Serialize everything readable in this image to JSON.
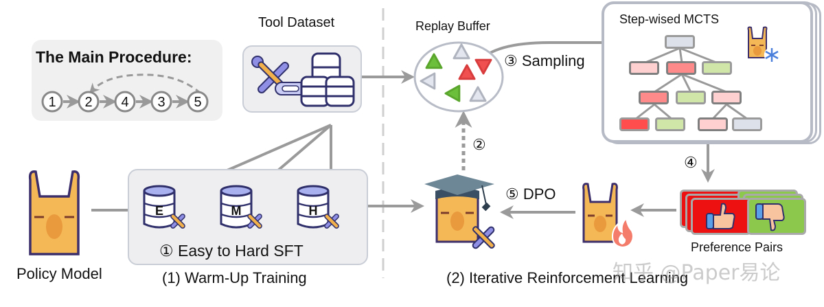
{
  "procedure": {
    "title": "The Main Procedure:",
    "steps": [
      "1",
      "2",
      "4",
      "3",
      "5"
    ],
    "loop_from": "5",
    "loop_to": "2"
  },
  "tool_dataset": {
    "label": "Tool Dataset",
    "icons": [
      "tools-icon",
      "link-icon",
      "database-stack-icon"
    ]
  },
  "replay_buffer": {
    "label": "Replay Buffer",
    "items": [
      {
        "color": "green",
        "direction": "up"
      },
      {
        "color": "grey",
        "direction": "up"
      },
      {
        "color": "red",
        "direction": "up"
      },
      {
        "color": "red",
        "direction": "down"
      },
      {
        "color": "grey",
        "direction": "left"
      },
      {
        "color": "green",
        "direction": "left"
      },
      {
        "color": "grey",
        "direction": "up"
      }
    ]
  },
  "colors": {
    "arrow": "#9a9a9a",
    "panel": "#f0f0f0",
    "llama": "#f5b857",
    "llama_outline": "#3b2e6b",
    "node_grey": "#dde1ea",
    "node_light_red": "#ffd0d0",
    "node_mid_red": "#ff8a8a",
    "node_red": "#ff4d4d",
    "node_green": "#cfe6a8",
    "pair_red": "#ee1111",
    "pair_green": "#8cc84b",
    "tri_green": "#6cbf3a",
    "tri_red": "#f05050",
    "tri_grey": "#d7dbe4"
  },
  "steps": {
    "sampling": "③ Sampling",
    "mcts_title": "Step-wised MCTS",
    "step2": "②",
    "step4": "④",
    "dpo": "⑤ DPO"
  },
  "mcts_tree": {
    "levels": [
      [
        "grey"
      ],
      [
        "light-red",
        "mid-red",
        "green"
      ],
      [
        "mid-red",
        "green",
        "light-red"
      ],
      [
        "red",
        "green",
        "light-red",
        "grey"
      ]
    ]
  },
  "warmup": {
    "datasets": [
      "E",
      "M",
      "H"
    ],
    "sft_label": "① Easy to Hard SFT",
    "section_label": "(1) Warm-Up Training"
  },
  "policy_model": {
    "label": "Policy Model"
  },
  "preference_pairs": {
    "label": "Preference Pairs"
  },
  "rl_section": {
    "label": "(2) Iterative Reinforcement Learning"
  },
  "watermark": "知乎 @Paper易论"
}
